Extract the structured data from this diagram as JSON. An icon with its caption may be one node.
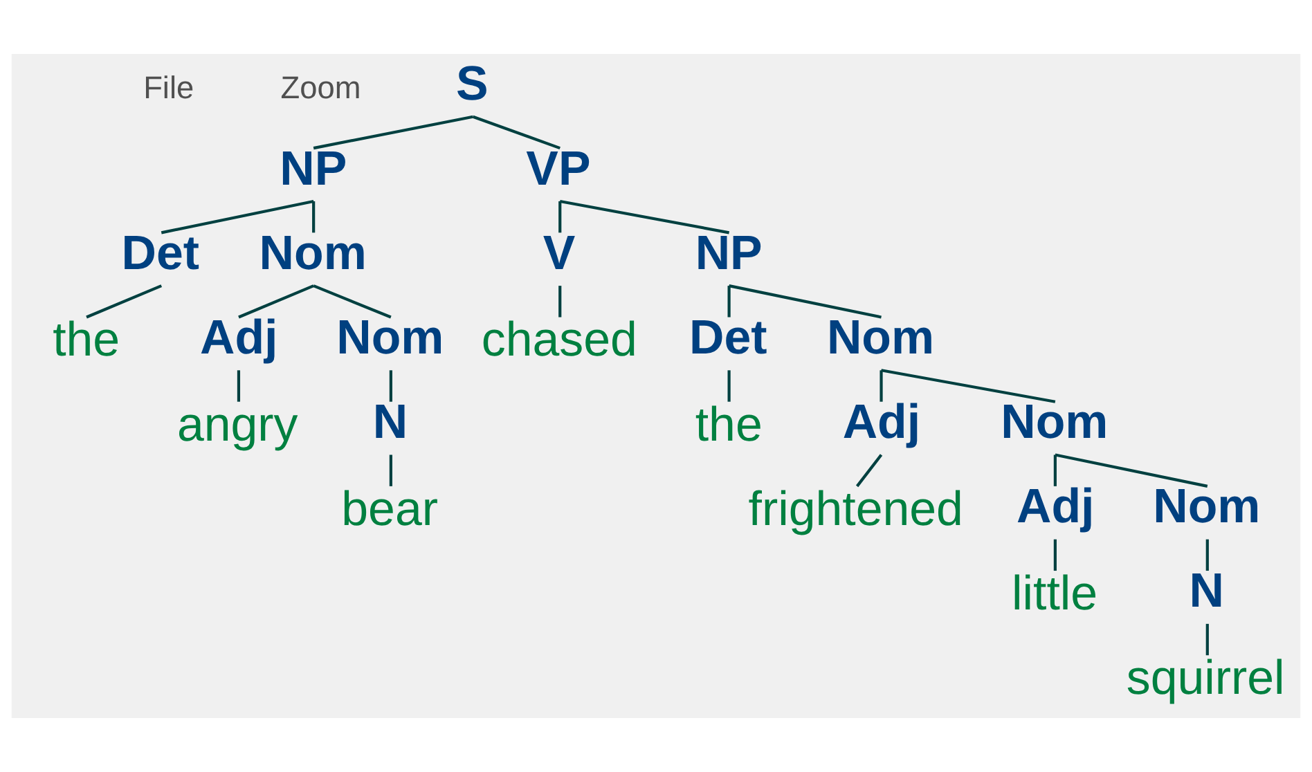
{
  "diagram": {
    "nodes": [
      {
        "text": [
          "S"
        ]
      },
      {
        "text": [
          "NP"
        ]
      },
      {
        "text": [
          "VP"
        ]
      },
      {
        "text": [
          "Det"
        ]
      },
      {
        "text": [
          "Nom"
        ]
      },
      {
        "text": [
          "V"
        ]
      },
      {
        "text": [
          "NP"
        ]
      },
      {
        "text": [
          "the"
        ]
      },
      {
        "text": [
          "Adj"
        ]
      },
      {
        "text": [
          "Nom"
        ]
      },
      {
        "text": [
          "chased"
        ]
      },
      {
        "text": [
          "Det"
        ]
      },
      {
        "text": [
          "Nom"
        ]
      },
      {
        "text": [
          "angry"
        ]
      },
      {
        "text": [
          "N"
        ]
      },
      {
        "text": [
          "the"
        ]
      },
      {
        "text": [
          "Adj"
        ]
      },
      {
        "text": [
          "Nom"
        ]
      },
      {
        "text": [
          "bear"
        ]
      },
      {
        "text": [
          "frightened"
        ]
      },
      {
        "text": [
          "Adj"
        ]
      },
      {
        "text": [
          "Nom"
        ]
      },
      {
        "text": [
          "little"
        ]
      },
      {
        "text": [
          "N"
        ]
      },
      {
        "text": [
          "squirrel"
        ]
      }
    ],
    "edges": [
      {
        "from": 0,
        "to": 1,
        "arrow": "none"
      },
      {
        "from": 0,
        "to": 2,
        "arrow": "none"
      },
      {
        "from": 1,
        "to": 3,
        "arrow": "none"
      },
      {
        "from": 1,
        "to": 4,
        "arrow": "none"
      },
      {
        "from": 3,
        "to": 7,
        "arrow": "none"
      },
      {
        "from": 4,
        "to": 8,
        "arrow": "none"
      },
      {
        "from": 4,
        "to": 9,
        "arrow": "none"
      },
      {
        "from": 8,
        "to": 13,
        "arrow": "none"
      },
      {
        "from": 9,
        "to": 14,
        "arrow": "none"
      },
      {
        "from": 14,
        "to": 18,
        "arrow": "none"
      },
      {
        "from": 2,
        "to": 5,
        "arrow": "none"
      },
      {
        "from": 2,
        "to": 6,
        "arrow": "none"
      },
      {
        "from": 5,
        "to": 10,
        "arrow": "none"
      },
      {
        "from": 6,
        "to": 11,
        "arrow": "none"
      },
      {
        "from": 6,
        "to": 12,
        "arrow": "none"
      },
      {
        "from": 11,
        "to": 15,
        "arrow": "none"
      },
      {
        "from": 12,
        "to": 16,
        "arrow": "none"
      },
      {
        "from": 12,
        "to": 17,
        "arrow": "none"
      },
      {
        "from": 16,
        "to": 19,
        "arrow": "none"
      },
      {
        "from": 17,
        "to": 20,
        "arrow": "none"
      },
      {
        "from": 17,
        "to": 21,
        "arrow": "none"
      },
      {
        "from": 20,
        "to": 22,
        "arrow": "none"
      },
      {
        "from": 21,
        "to": 23,
        "arrow": "none"
      },
      {
        "from": 23,
        "to": 24,
        "arrow": "none"
      }
    ],
    "labels": [
      "File",
      "Zoom"
    ]
  }
}
